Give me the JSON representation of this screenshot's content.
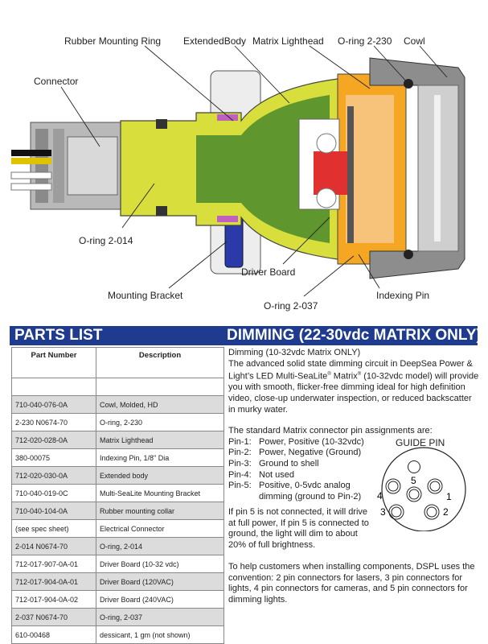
{
  "diagram": {
    "labels": {
      "rubber_ring": "Rubber Mounting Ring",
      "extended_body": "ExtendedBody",
      "matrix_lighthead": "Matrix Lighthead",
      "oring_230": "O-ring 2-230",
      "cowl": "Cowl",
      "connector": "Connector",
      "oring_014": "O-ring 2-014",
      "driver_board": "Driver Board",
      "indexing_pin": "Indexing Pin",
      "mounting_bracket": "Mounting Bracket",
      "oring_037": "O-ring 2-037"
    },
    "colors": {
      "body_yellow": "#d8df3c",
      "lighthead_orange": "#f5a623",
      "steel": "#a0a0a0",
      "board_red": "#e03030",
      "bracket_blue": "#2a3aa8"
    }
  },
  "headers": {
    "parts_list": "PARTS LIST",
    "dimming": "DIMMING (22-30vdc MATRIX ONLY)",
    "bar_color": "#1e3b8f"
  },
  "parts": {
    "col_part": "Part Number",
    "col_desc": "Description",
    "rows": [
      {
        "pn": "710-040-076-0A",
        "desc": "Cowl, Molded, HD"
      },
      {
        "pn": "2-230 N0674-70",
        "desc": "O-ring, 2-230"
      },
      {
        "pn": "712-020-028-0A",
        "desc": "Matrix Lighthead"
      },
      {
        "pn": "380-00075",
        "desc": "Indexing Pin, 1/8\" Dia"
      },
      {
        "pn": "712-020-030-0A",
        "desc": "Extended body"
      },
      {
        "pn": "710-040-019-0C",
        "desc": "Multi-SeaLite Mounting Bracket"
      },
      {
        "pn": "710-040-104-0A",
        "desc": "Rubber mounting collar"
      },
      {
        "pn": "(see spec sheet)",
        "desc": "Electrical Connector"
      },
      {
        "pn": "2-014 N0674-70",
        "desc": "O-ring, 2-014"
      },
      {
        "pn": "712-017-907-0A-01",
        "desc": "Driver Board (10-32 vdc)"
      },
      {
        "pn": "712-017-904-0A-01",
        "desc": "Driver Board (120VAC)"
      },
      {
        "pn": "712-017-904-0A-02",
        "desc": "Driver Board (240VAC)"
      },
      {
        "pn": "2-037 N0674-70",
        "desc": "O-ring, 2-037"
      },
      {
        "pn": "610-00468",
        "desc": "dessicant, 1 gm (not shown)"
      }
    ]
  },
  "dimming": {
    "subtitle": "Dimming (10-32vdc Matrix ONLY)",
    "intro_1": "The advanced solid state dimming circuit in DeepSea Power & Light’s LED Multi-SeaLite",
    "reg": "®",
    "intro_2": " Matrix",
    "intro_3": " (10-32vdc model) will provide you with smooth, flicker-free dimming ideal for high definition video, close-up underwater inspection, or reduced backscatter in murky water.",
    "pins_intro": "The standard Matrix connector pin assignments are:",
    "pins": [
      {
        "k": "Pin-1:",
        "v": "Power, Positive (10-32vdc)"
      },
      {
        "k": "Pin-2:",
        "v": "Power, Negative (Ground)"
      },
      {
        "k": "Pin-3:",
        "v": "Ground to shell"
      },
      {
        "k": "Pin-4:",
        "v": "Not used"
      },
      {
        "k": "Pin-5:",
        "v": "Positive, 0-5vdc analog"
      }
    ],
    "pin5_cont": "dimming (ground to Pin-2)",
    "not_connected": "If pin 5 is not connected, it will drive at full power, If pin 5 is connected to ground, the light will dim to about 20% of full brightness.",
    "customers": "To help customers when installing components, DSPL uses the convention: 2 pin connectors for lasers, 3 pin connectors for lights, 4 pin connectors for cameras, and 5 pin connectors for dimming lights."
  },
  "pin_figure": {
    "guide_label": "GUIDE PIN",
    "pin_labels": [
      "1",
      "2",
      "3",
      "4",
      "5"
    ]
  }
}
